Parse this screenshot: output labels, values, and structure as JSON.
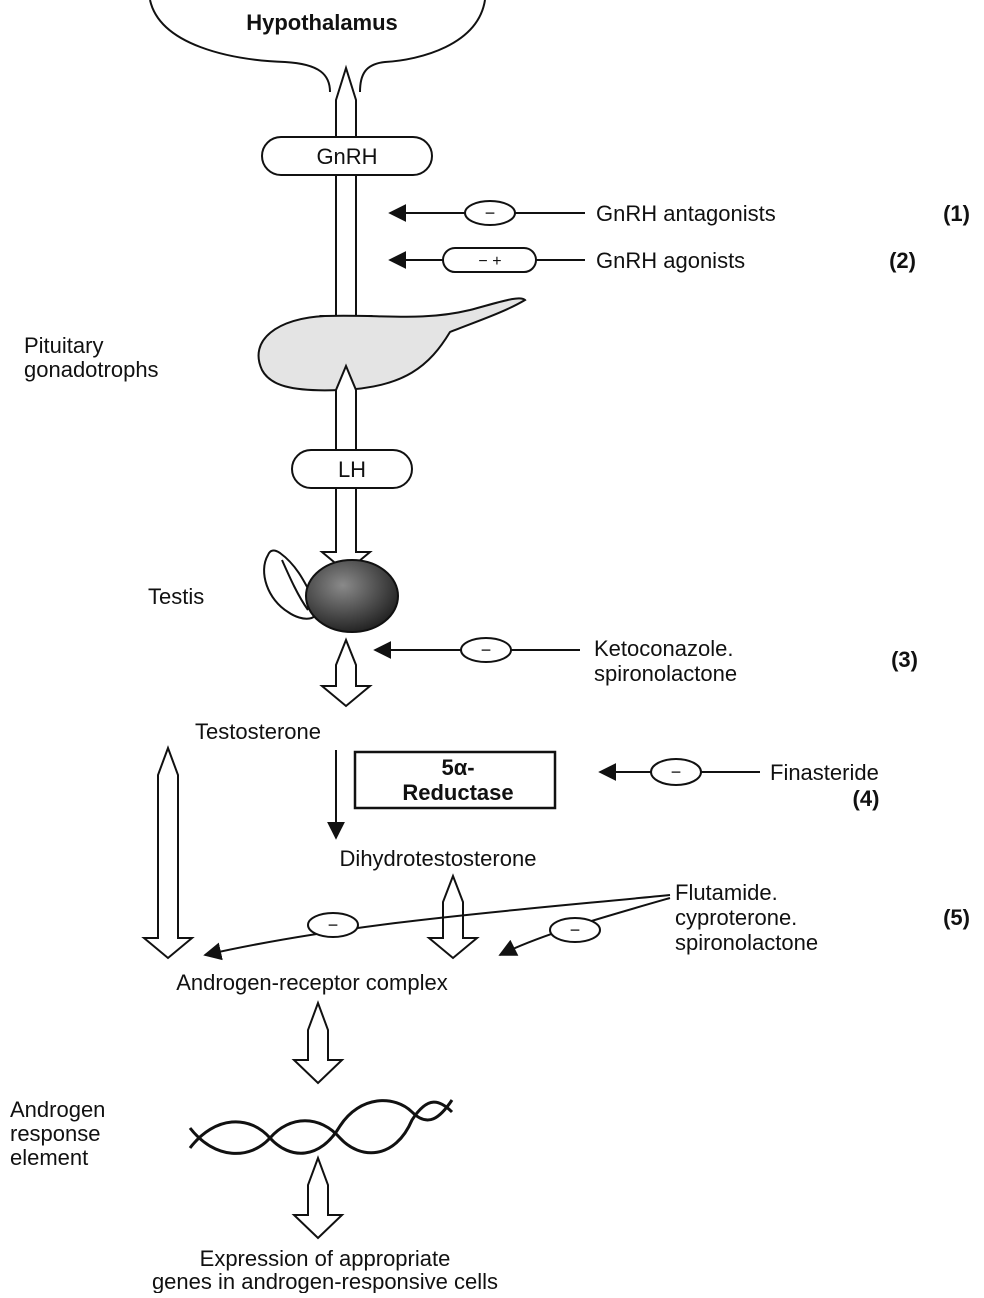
{
  "nodes": {
    "hypothalamus": "Hypothalamus",
    "gnrh": "GnRH",
    "pituitary_line1": "Pituitary",
    "pituitary_line2": "gonadotrophs",
    "lh": "LH",
    "testis": "Testis",
    "testosterone": "Testosterone",
    "reductase_line1": "5α-",
    "reductase_line2": "Reductase",
    "dht": "Dihydrotestosterone",
    "arc": "Androgen-receptor complex",
    "are_line1": "Androgen",
    "are_line2": "response",
    "are_line3": "element",
    "expression_line1": "Expression of appropriate",
    "expression_line2": "genes in androgen-responsive cells"
  },
  "inhibitors": {
    "gnrh_antagonists": {
      "label": "GnRH antagonists",
      "number": "(1)",
      "sign": "−"
    },
    "gnrh_agonists": {
      "label": "GnRH agonists",
      "number": "(2)",
      "sign": "− +"
    },
    "ketoconazole": {
      "line1": "Ketoconazole.",
      "line2": "spironolactone",
      "number": "(3)",
      "sign": "−"
    },
    "finasteride": {
      "label": "Finasteride",
      "number": "(4)",
      "sign": "−"
    },
    "antiandrogens": {
      "line1": "Flutamide.",
      "line2": "cyproterone.",
      "line3": "spironolactone",
      "number": "(5)",
      "sign": "−"
    }
  },
  "colors": {
    "ink": "#111111",
    "organ_fill": "#e4e4e4",
    "testis_fill": "#3a3a3a"
  }
}
